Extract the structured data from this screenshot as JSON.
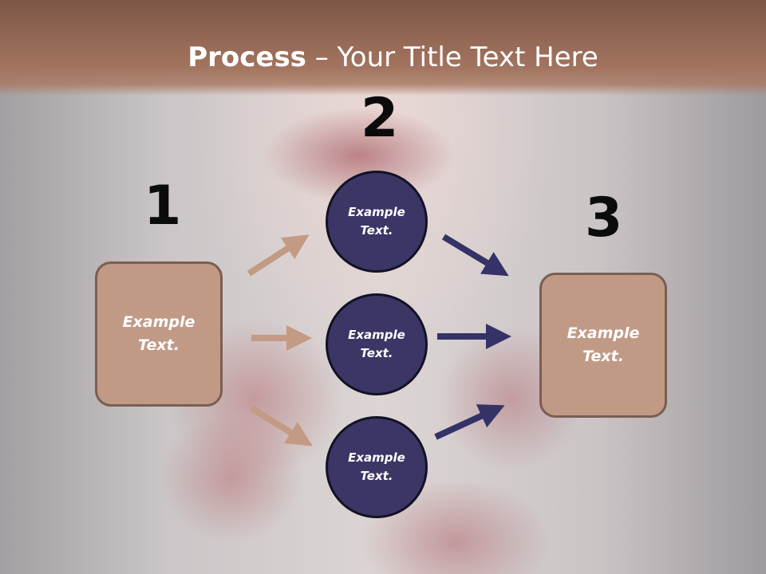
{
  "title": {
    "bold": "Process",
    "rest": " – Your Title Text Here"
  },
  "steps": [
    {
      "number": "1",
      "line1": "Example",
      "line2": "Text."
    },
    {
      "number": "2"
    },
    {
      "number": "3",
      "line1": "Example",
      "line2": "Text."
    }
  ],
  "circles": [
    {
      "line1": "Example",
      "line2": "Text."
    },
    {
      "line1": "Example",
      "line2": "Text."
    },
    {
      "line1": "Example",
      "line2": "Text."
    }
  ],
  "colors": {
    "header": "#a2745f",
    "box_fill": "#c19a86",
    "box_border": "#7a5e52",
    "circle_fill": "#3b3665",
    "arrow_tan": "#c39a84",
    "arrow_navy": "#353268"
  }
}
